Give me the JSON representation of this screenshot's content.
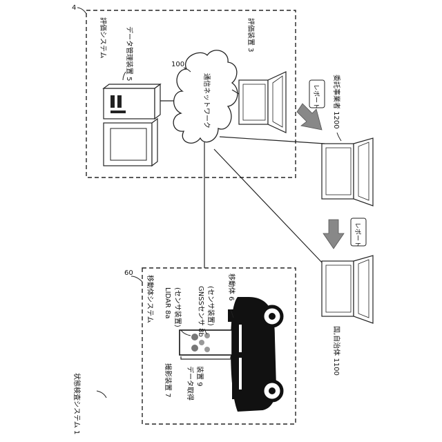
{
  "system_label": "状態検査システム 1",
  "evaluation_system": {
    "ref": "4",
    "title": "評価システム",
    "data_manager": "データ管理装置 5",
    "evaluator": "評価装置 3"
  },
  "network": {
    "ref": "100",
    "label": "通信ネットワーク"
  },
  "contractor": "委託事業者 1200",
  "government": "国,自治体 1100",
  "report_label": "レポート",
  "mobile_system": {
    "ref": "60",
    "title": "移動体システム",
    "lidar": "LIDAR 8a",
    "lidar_sub": "(センサ装置)",
    "gnss": "GNSSセンサ 8b",
    "gnss_sub": "(センサ装置)",
    "vehicle": "移動体 6",
    "camera": "撮影装置 7",
    "data_acq_1": "データ取得",
    "data_acq_2": "装置 9"
  }
}
